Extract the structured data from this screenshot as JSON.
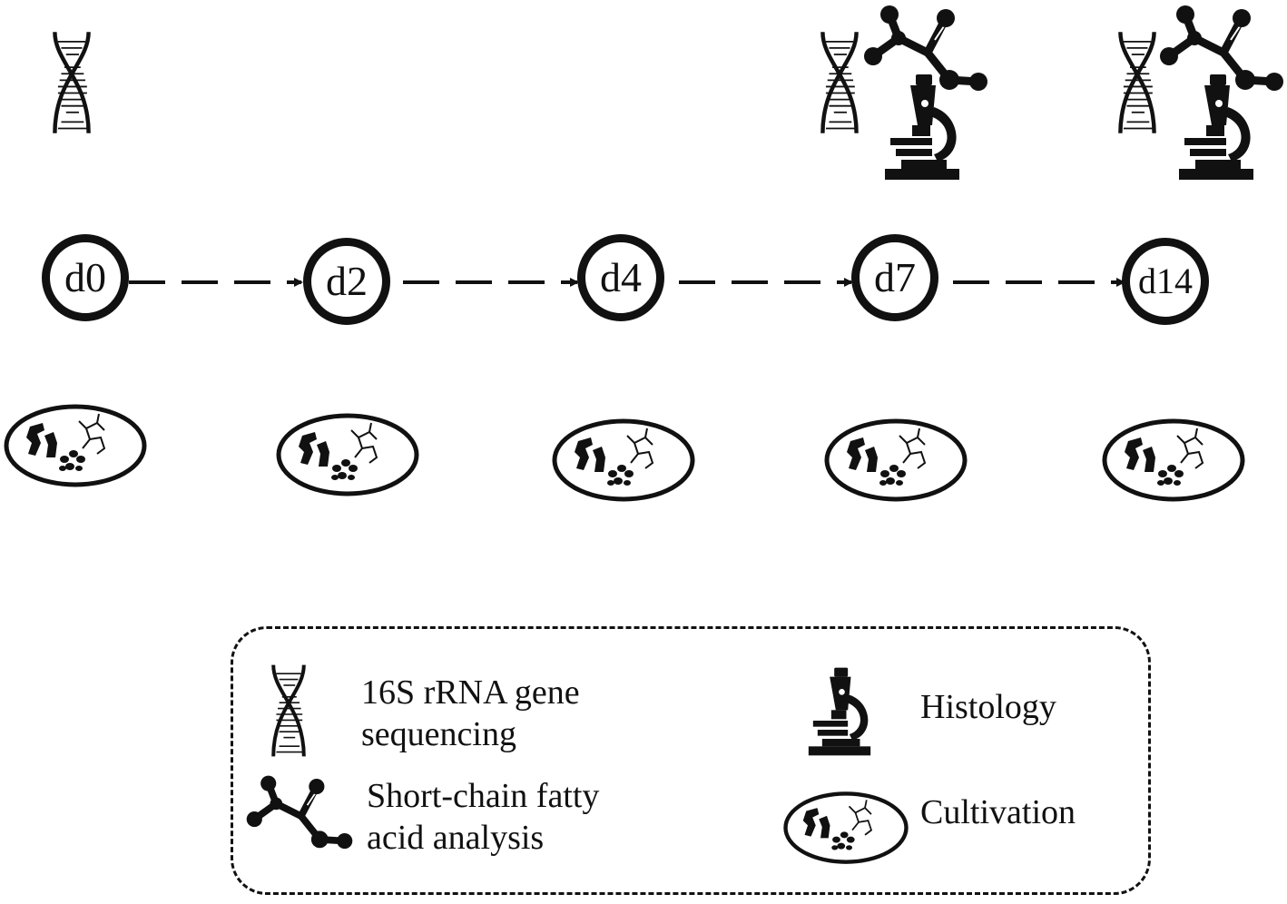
{
  "timeline": {
    "days": [
      "d0",
      "d2",
      "d4",
      "d7",
      "d14"
    ]
  },
  "legend": {
    "sequencing": {
      "icon": "dna-helix-icon",
      "line1": "16S rRNA gene",
      "line2": "sequencing"
    },
    "scfa": {
      "icon": "molecule-icon",
      "line1": "Short-chain fatty",
      "line2": "acid analysis"
    },
    "histology": {
      "icon": "microscope-icon",
      "label": "Histology"
    },
    "cultivation": {
      "icon": "petri-dish-icon",
      "label": "Cultivation"
    }
  },
  "colors": {
    "ink": "#111111",
    "background": "#ffffff"
  }
}
